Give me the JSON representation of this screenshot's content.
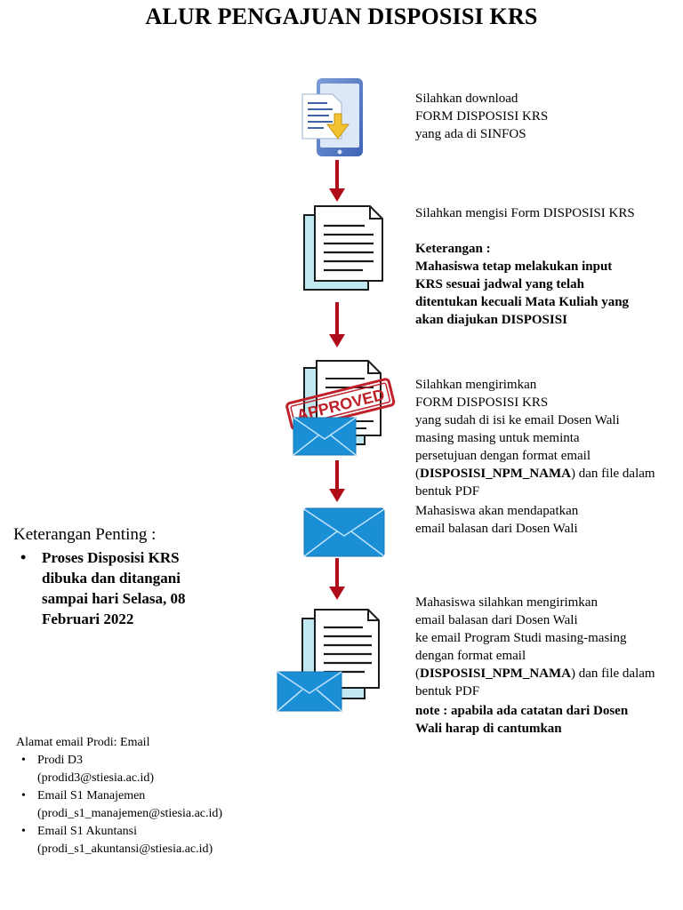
{
  "title": "ALUR PENGAJUAN DISPOSISI KRS",
  "steps": [
    {
      "icon": "tablet-download-icon",
      "lines": "Silahkan download\nFORM DISPOSISI KRS\nyang  ada di SINFOS"
    },
    {
      "icon": "document-icon",
      "lines": "Silahkan mengisi Form  DISPOSISI KRS",
      "keterangan_label": "Keterangan :",
      "keterangan_text": "Mahasiswa tetap  melakukan input\nKRS sesuai  jadwal yang telah\nditentukan kecuali Mata  Kuliah  yang\nakan diajukan DISPOSISI"
    },
    {
      "icon": "approved-document-email-icon",
      "lines": "Silahkan mengirimkan\nFORM DISPOSISI KRS\nyang  sudah di isi ke email Dosen Wali\nmasing masing untuk meminta\npersetujuan dengan format email",
      "format_open": "(",
      "format_bold": "DISPOSISI_NPM_NAMA",
      "format_rest": ") dan file dalam\nbentuk PDF",
      "stamp": "APPROVED"
    },
    {
      "icon": "email-icon",
      "lines": "Mahasiswa akan mendapatkan\nemail balasan dari  Dosen  Wali"
    },
    {
      "icon": "document-email-icon",
      "lines": "Mahasiswa silahkan mengirimkan\nemail balasan dari  Dosen  Wali\nke email Program Studi  masing-masing\ndengan format email",
      "format_open": "(",
      "format_bold": "DISPOSISI_NPM_NAMA",
      "format_rest": ") dan file dalam\nbentuk PDF",
      "note": "note : apabila ada  catatan dari  Dosen\nWali harap di cantumkan"
    }
  ],
  "important": {
    "title": "Keterangan Penting :",
    "items": [
      "Proses Disposisi KRS\ndibuka dan  ditangani\nsampai hari  Selasa, 08\nFebruari 2022"
    ]
  },
  "emails": {
    "title": "Alamat email Prodi:  Email",
    "items": [
      {
        "label": "Prodi D3",
        "address": "(prodid3@stiesia.ac.id)"
      },
      {
        "label": "Email S1 Manajemen",
        "address": "(prodi_s1_manajemen@stiesia.ac.id)"
      },
      {
        "label": "Email S1 Akuntansi",
        "address": "(prodi_s1_akuntansi@stiesia.ac.id)"
      }
    ]
  },
  "colors": {
    "arrow": "#b00d1a",
    "envelope": "#1b8fd6",
    "doc_shadow": "#bfe8f0",
    "stamp": "#c0202a"
  }
}
